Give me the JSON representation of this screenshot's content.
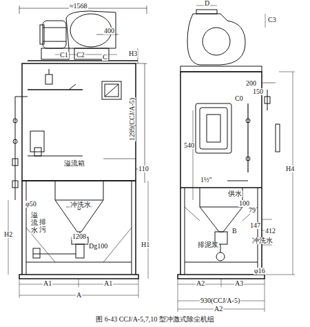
{
  "diagram": {
    "caption": "图 6-43  CCJ/A-5,7,10 型冲激式除尘机组",
    "labels": [
      "≈1568",
      "400",
      "C1",
      "C2",
      "C",
      "H3",
      "1299(CCJ/A-5)",
      "溢流箱",
      "110",
      "φ50",
      "冲洗水",
      "1208",
      "Dg100",
      "H2",
      "溢流水",
      "排污",
      "H1",
      "A1",
      "A1",
      "A",
      "D",
      "C3",
      "200",
      "150",
      "C0",
      "540",
      "1½\"",
      "供水",
      "100",
      "79",
      "147",
      "412",
      "冲洗水",
      "B",
      "排泥浆",
      "φ16",
      "H4",
      "A2",
      "A3",
      "930(CCJ/A-5)",
      "A2"
    ]
  }
}
